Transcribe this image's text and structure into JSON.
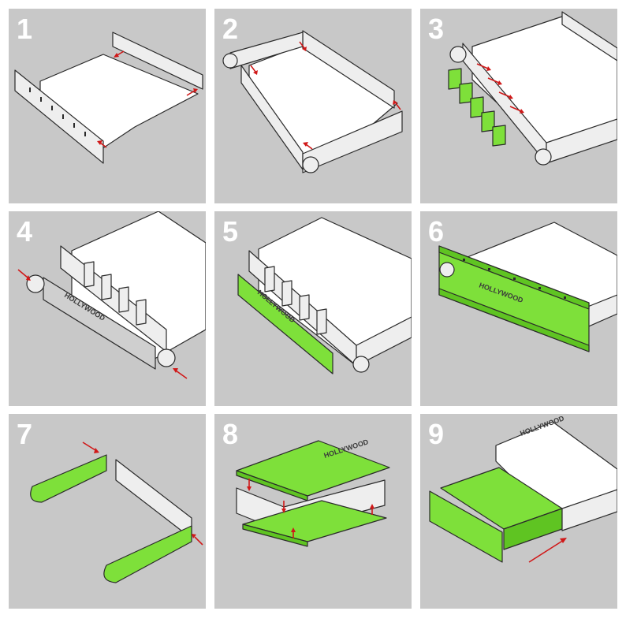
{
  "steps": [
    {
      "number": "1"
    },
    {
      "number": "2"
    },
    {
      "number": "3"
    },
    {
      "number": "4",
      "engraving": "HOLLYWOOD"
    },
    {
      "number": "5",
      "engraving": "HOLLYWOOD"
    },
    {
      "number": "6",
      "engraving": "HOLLYWOOD"
    },
    {
      "number": "7"
    },
    {
      "number": "8",
      "engraving": "HOLLYWOOD"
    },
    {
      "number": "9",
      "engraving": "HOLLYWOOD"
    }
  ],
  "colors": {
    "panel_bg": "#c8c8c8",
    "part_white": "#ffffff",
    "highlight_green": "#7ee03a",
    "arrow_red": "#d01818"
  }
}
